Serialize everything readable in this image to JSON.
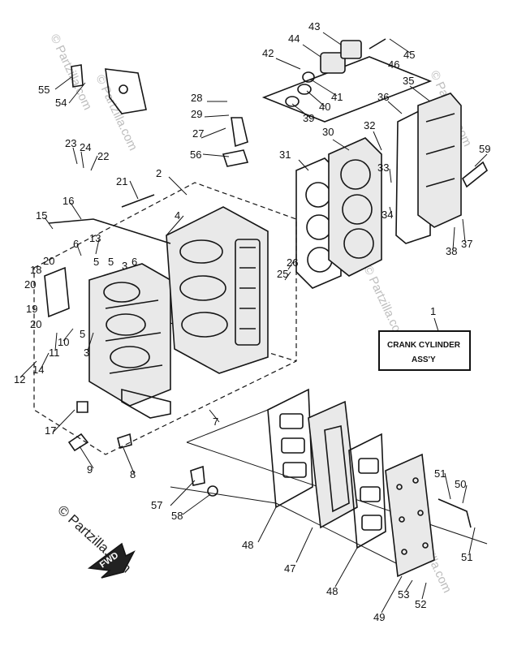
{
  "label_box": {
    "line1": "CRANK CYLINDER",
    "line2": "ASS'Y"
  },
  "fwd_label": "FWD",
  "watermark": {
    "text": "© Partzilla.com"
  },
  "callouts": [
    {
      "id": "n1",
      "text": "1"
    },
    {
      "id": "n2",
      "text": "2"
    },
    {
      "id": "n3a",
      "text": "3"
    },
    {
      "id": "n3b",
      "text": "3"
    },
    {
      "id": "n4",
      "text": "4"
    },
    {
      "id": "n5a",
      "text": "5"
    },
    {
      "id": "n5b",
      "text": "5"
    },
    {
      "id": "n5c",
      "text": "5"
    },
    {
      "id": "n6a",
      "text": "6"
    },
    {
      "id": "n6b",
      "text": "6"
    },
    {
      "id": "n7",
      "text": "7"
    },
    {
      "id": "n8",
      "text": "8"
    },
    {
      "id": "n9",
      "text": "9"
    },
    {
      "id": "n10",
      "text": "10"
    },
    {
      "id": "n11",
      "text": "11"
    },
    {
      "id": "n12",
      "text": "12"
    },
    {
      "id": "n13",
      "text": "13"
    },
    {
      "id": "n14",
      "text": "14"
    },
    {
      "id": "n15",
      "text": "15"
    },
    {
      "id": "n16",
      "text": "16"
    },
    {
      "id": "n17",
      "text": "17"
    },
    {
      "id": "n18",
      "text": "18"
    },
    {
      "id": "n19",
      "text": "19"
    },
    {
      "id": "n20a",
      "text": "20"
    },
    {
      "id": "n20b",
      "text": "20"
    },
    {
      "id": "n20c",
      "text": "20"
    },
    {
      "id": "n21",
      "text": "21"
    },
    {
      "id": "n22",
      "text": "22"
    },
    {
      "id": "n23",
      "text": "23"
    },
    {
      "id": "n24",
      "text": "24"
    },
    {
      "id": "n25",
      "text": "25"
    },
    {
      "id": "n26",
      "text": "26"
    },
    {
      "id": "n27",
      "text": "27"
    },
    {
      "id": "n28",
      "text": "28"
    },
    {
      "id": "n29",
      "text": "29"
    },
    {
      "id": "n30",
      "text": "30"
    },
    {
      "id": "n31",
      "text": "31"
    },
    {
      "id": "n32",
      "text": "32"
    },
    {
      "id": "n33",
      "text": "33"
    },
    {
      "id": "n34",
      "text": "34"
    },
    {
      "id": "n35",
      "text": "35"
    },
    {
      "id": "n36",
      "text": "36"
    },
    {
      "id": "n37",
      "text": "37"
    },
    {
      "id": "n38",
      "text": "38"
    },
    {
      "id": "n39",
      "text": "39"
    },
    {
      "id": "n40",
      "text": "40"
    },
    {
      "id": "n41",
      "text": "41"
    },
    {
      "id": "n42",
      "text": "42"
    },
    {
      "id": "n43",
      "text": "43"
    },
    {
      "id": "n44",
      "text": "44"
    },
    {
      "id": "n45",
      "text": "45"
    },
    {
      "id": "n46",
      "text": "46"
    },
    {
      "id": "n47",
      "text": "47"
    },
    {
      "id": "n48a",
      "text": "48"
    },
    {
      "id": "n48b",
      "text": "48"
    },
    {
      "id": "n49",
      "text": "49"
    },
    {
      "id": "n50",
      "text": "50"
    },
    {
      "id": "n51a",
      "text": "51"
    },
    {
      "id": "n51b",
      "text": "51"
    },
    {
      "id": "n52",
      "text": "52"
    },
    {
      "id": "n53",
      "text": "53"
    },
    {
      "id": "n54",
      "text": "54"
    },
    {
      "id": "n55",
      "text": "55"
    },
    {
      "id": "n56",
      "text": "56"
    },
    {
      "id": "n57",
      "text": "57"
    },
    {
      "id": "n58",
      "text": "58"
    },
    {
      "id": "n59",
      "text": "59"
    }
  ]
}
